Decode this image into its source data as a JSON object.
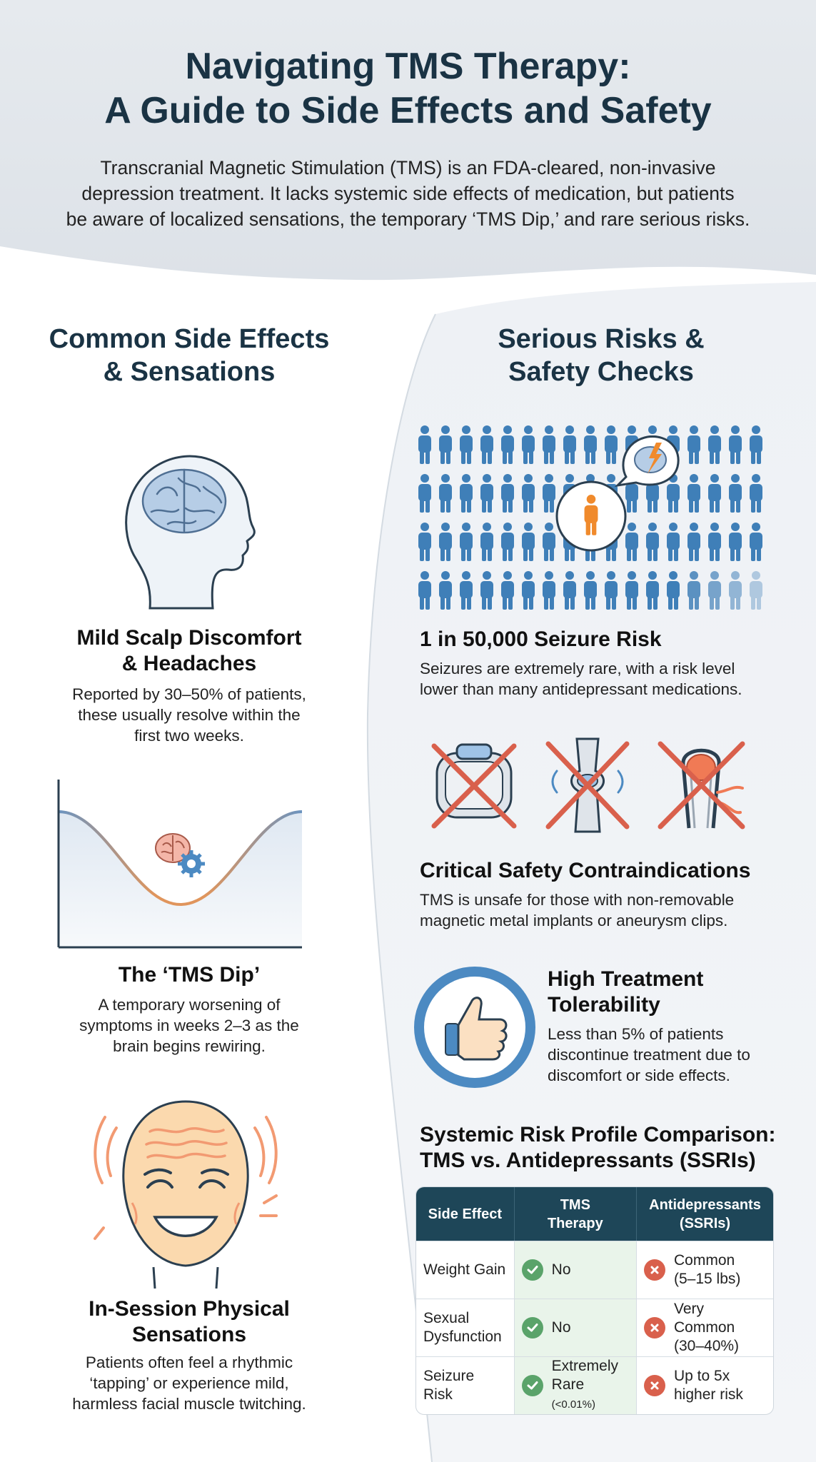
{
  "header": {
    "title_line1": "Navigating TMS Therapy:",
    "title_line2": "A Guide to Side Effects and Safety",
    "intro_line1": "Transcranial Magnetic Stimulation (TMS) is an FDA-cleared, non-invasive",
    "intro_line2": "depression treatment. It lacks systemic side effects of medication, but patients",
    "intro_line3": "be aware of localized sensations, the temporary ‘TMS Dip,’ and rare serious risks."
  },
  "left": {
    "heading_line1": "Common Side Effects",
    "heading_line2": "& Sensations",
    "items": [
      {
        "icon": "head-brain-icon",
        "title_line1": "Mild Scalp Discomfort",
        "title_line2": "& Headaches",
        "desc_line1": "Reported by 30–50% of patients,",
        "desc_line2": "these usually resolve within the",
        "desc_line3": "first two weeks."
      },
      {
        "icon": "dip-curve-icon",
        "title_line1": "The ‘TMS Dip’",
        "desc_line1": "A temporary worsening of",
        "desc_line2": "symptoms in weeks 2–3 as the",
        "desc_line3": "brain begins rewiring."
      },
      {
        "icon": "smiling-face-icon",
        "title_line1": "In-Session Physical",
        "title_line2": "Sensations",
        "desc_line1": "Patients often feel a rhythmic",
        "desc_line2": "‘tapping’ or experience mild,",
        "desc_line3": "harmless facial muscle twitching."
      }
    ]
  },
  "right": {
    "heading_line1": "Serious Risks &",
    "heading_line2": "Safety Checks",
    "seizure": {
      "icon": "people-grid-icon",
      "title": "1 in 50,000 Seizure Risk",
      "desc_line1": "Seizures are extremely rare, with a risk level",
      "desc_line2": "lower than many antidepressant medications."
    },
    "contra": {
      "icons": [
        "crossed-pacemaker-icon",
        "crossed-knee-implant-icon",
        "crossed-aneurysm-clip-icon"
      ],
      "title": "Critical Safety Contraindications",
      "desc_line1": "TMS is unsafe for those with non-removable",
      "desc_line2": "magnetic metal implants or aneurysm clips."
    },
    "tolerability": {
      "icon": "thumbs-up-icon",
      "title_line1": "High Treatment",
      "title_line2": "Tolerability",
      "desc_line1": "Less than 5% of patients",
      "desc_line2": "discontinue treatment due to",
      "desc_line3": "discomfort or side effects."
    },
    "comparison": {
      "title_line1": "Systemic Risk Profile Comparison:",
      "title_line2": "TMS vs. Antidepressants (SSRIs)",
      "headers": {
        "col1": "Side Effect",
        "col2_line1": "TMS",
        "col2_line2": "Therapy",
        "col3_line1": "Antidepressants",
        "col3_line2": "(SSRIs)"
      },
      "rows": [
        {
          "effect_line1": "Weight Gain",
          "effect_line2": "",
          "tms_line1": "No",
          "tms_line2": "",
          "tms_note": "",
          "ssri_line1": "Common",
          "ssri_line2": "(5–15 lbs)"
        },
        {
          "effect_line1": "Sexual",
          "effect_line2": "Dysfunction",
          "tms_line1": "No",
          "tms_line2": "",
          "tms_note": "",
          "ssri_line1": "Very Common",
          "ssri_line2": "(30–40%)"
        },
        {
          "effect_line1": "Seizure",
          "effect_line2": "Risk",
          "tms_line1": "Extremely",
          "tms_line2": "Rare",
          "tms_note": "(<0.01%)",
          "ssri_line1": "Up to 5x",
          "ssri_line2": "higher risk"
        }
      ]
    }
  },
  "colors": {
    "heading": "#1a3344",
    "table_header": "#1e4658",
    "people_blue": "#3f7fb8",
    "highlight_orange": "#f08a2c",
    "cross_red": "#d9604c",
    "check_green": "#5aa36a",
    "ring_blue": "#4c8ac2"
  }
}
